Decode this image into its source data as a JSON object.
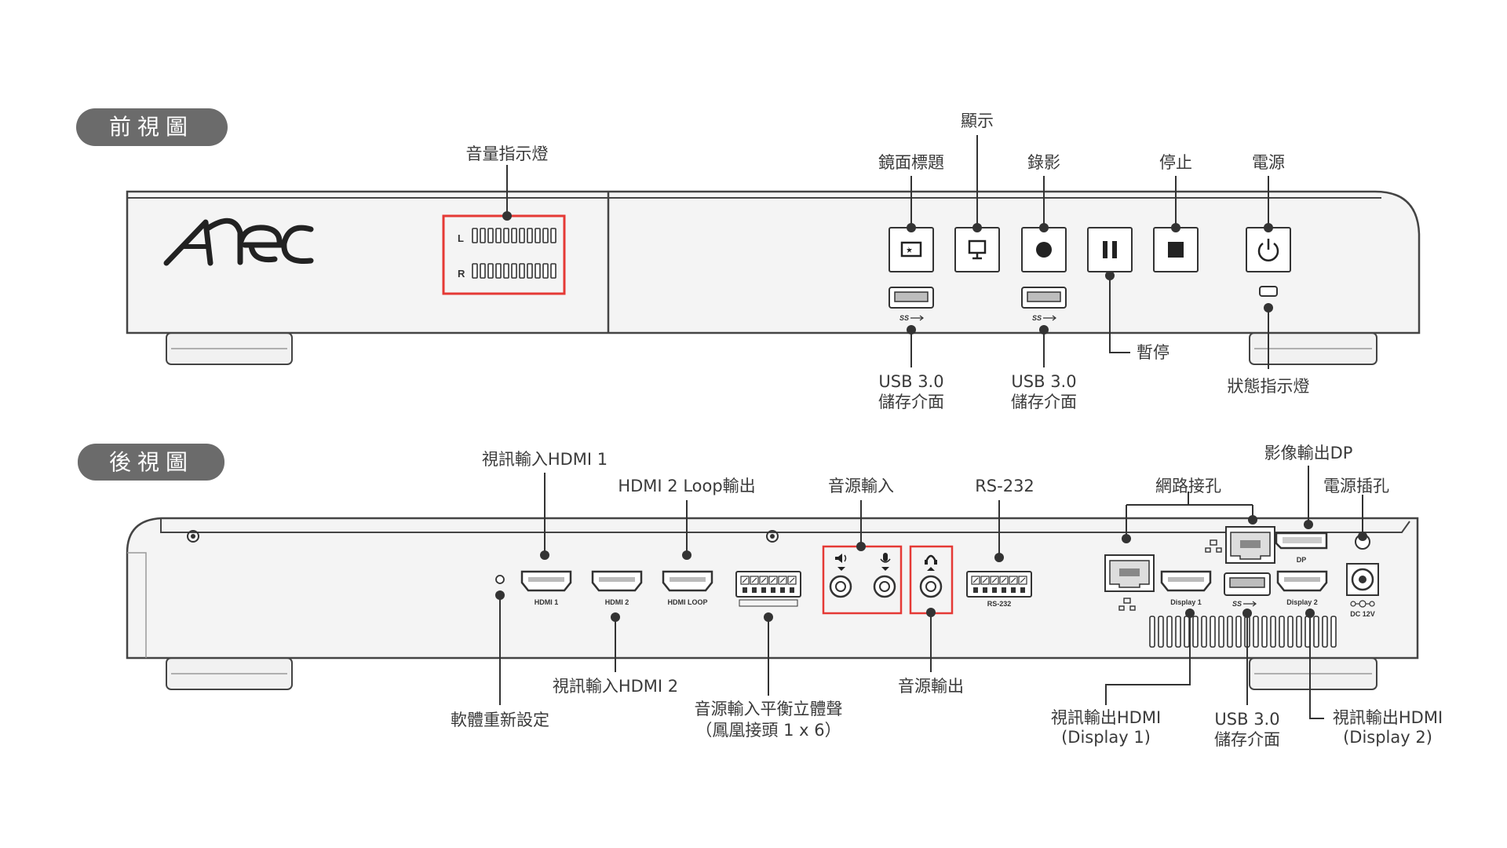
{
  "sections": {
    "front": "前視圖",
    "rear": "後視圖"
  },
  "brand": {
    "logo_text": "Arec"
  },
  "front": {
    "vu_meter": {
      "left_channel": "L",
      "right_channel": "R",
      "highlight_color": "#e53935"
    },
    "labels": {
      "volume_indicator": "音量指示燈",
      "display": "顯示",
      "mirror_title": "鏡面標題",
      "record": "錄影",
      "stop": "停止",
      "power": "電源",
      "pause": "暫停",
      "status_indicator": "狀態指示燈",
      "usb_left_line1": "USB 3.0",
      "usb_left_line2": "儲存介面",
      "usb_right_line1": "USB 3.0",
      "usb_right_line2": "儲存介面"
    },
    "usb_logo": "SS"
  },
  "rear": {
    "labels": {
      "hdmi1_in": "視訊輸入HDMI 1",
      "hdmi2_loop_out": "HDMI 2 Loop輸出",
      "audio_in": "音源輸入",
      "rs232": "RS-232",
      "network": "網路接孔",
      "dp_out": "影像輸出DP",
      "power_jack": "電源插孔",
      "hdmi2_in": "視訊輸入HDMI 2",
      "firmware_reset": "軟體重新設定",
      "balanced_audio_line1": "音源輸入平衡立體聲",
      "balanced_audio_line2": "（鳳凰接頭 1 x 6）",
      "audio_out": "音源輸出",
      "hdmi_out_display1_line1": "視訊輸出HDMI",
      "hdmi_out_display1_line2": "(Display 1)",
      "usb_line1": "USB 3.0",
      "usb_line2": "儲存介面",
      "hdmi_out_display2_line1": "視訊輸出HDMI",
      "hdmi_out_display2_line2": "(Display 2)"
    },
    "port_captions": {
      "hdmi1": "HDMI 1",
      "hdmi2": "HDMI 2",
      "hdmi_loop": "HDMI LOOP",
      "rs232": "RS-232",
      "display1": "Display 1",
      "display2": "Display 2",
      "dp": "DP",
      "dc": "DC 12V",
      "usb_logo": "SS"
    },
    "highlight_color": "#e53935"
  },
  "colors": {
    "section_badge": "#6b6b6b",
    "chassis_fill": "#f4f4f4",
    "line": "#333333",
    "highlight": "#e53935"
  }
}
